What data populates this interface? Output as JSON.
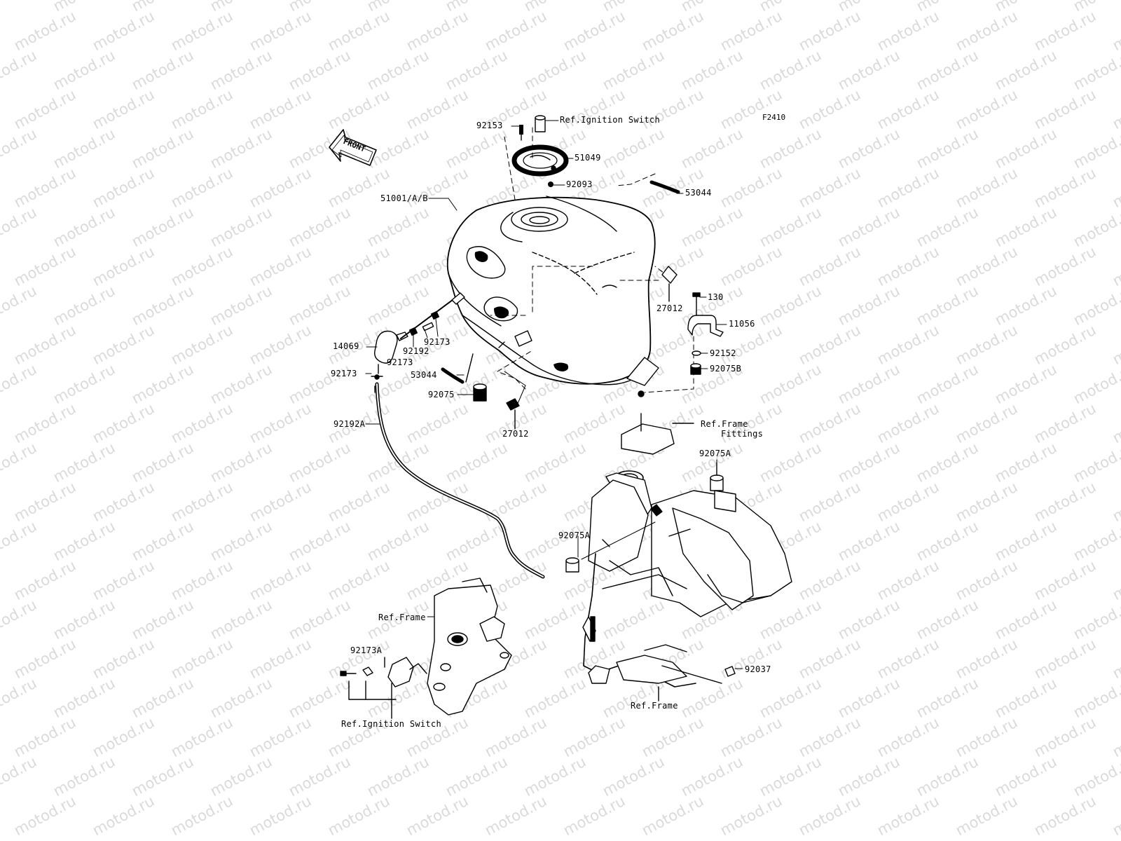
{
  "watermark": {
    "text": "motod.ru"
  },
  "figure": {
    "code": "F2410"
  },
  "front_arrow": {
    "text": "FRONT"
  },
  "callouts": {
    "p92153": "92153",
    "ref_ignition_top": "Ref.Ignition Switch",
    "p51049": "51049",
    "p92093": "92093",
    "p51001": "51001/A/B",
    "p53044_right": "53044",
    "p130": "130",
    "p27012_right": "27012",
    "p11056": "11056",
    "p92152": "92152",
    "p92075B": "92075B",
    "p14069": "14069",
    "p92173_a": "92173",
    "p92192": "92192",
    "p92173_b": "92173",
    "p92173_c": "92173",
    "p53044_left": "53044",
    "p92075": "92075",
    "p27012_low": "27012",
    "p92192A": "92192A",
    "ref_frame_fittings_1": "Ref.Frame",
    "ref_frame_fittings_2": "Fittings",
    "p92075A_top": "92075A",
    "p92075A_mid": "92075A",
    "ref_frame_left": "Ref.Frame",
    "p92173A": "92173A",
    "ref_ignition_bottom": "Ref.Ignition Switch",
    "p92037": "92037",
    "ref_frame_bottom": "Ref.Frame"
  }
}
